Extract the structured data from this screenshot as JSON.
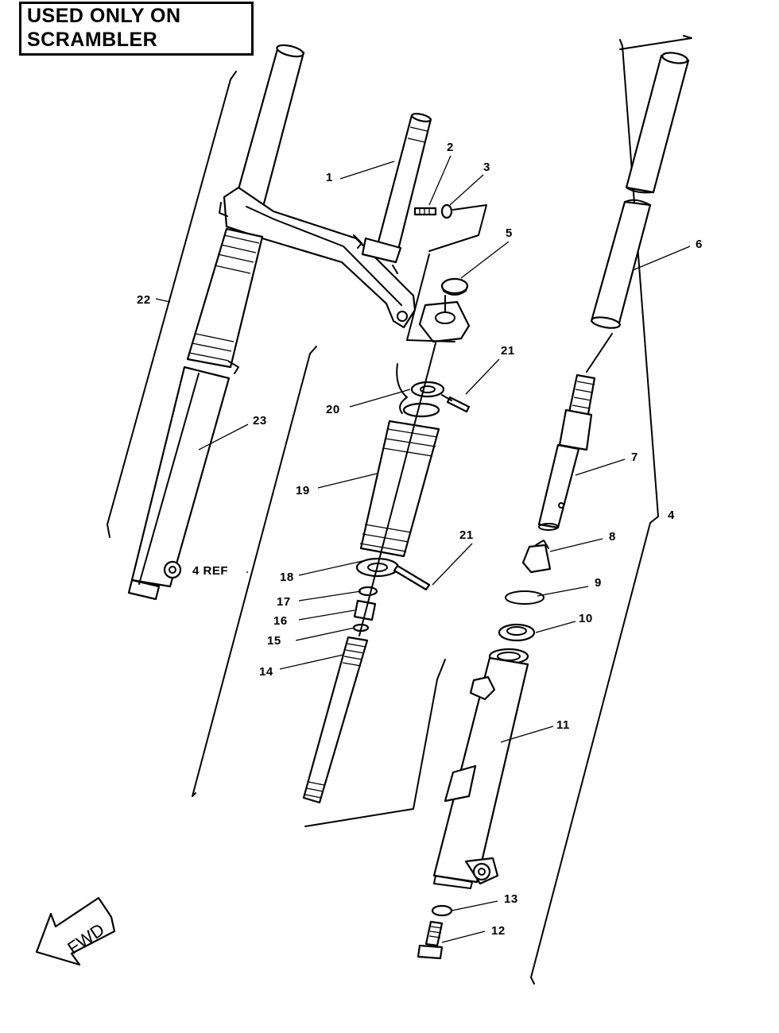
{
  "note": {
    "lines": [
      "USED ONLY ON",
      "SCRAMBLER"
    ]
  },
  "callouts": {
    "c1": "1",
    "c2": "2",
    "c3": "3",
    "c4": "4",
    "c4ref": "4 REF",
    "c5": "5",
    "c6": "6",
    "c7": "7",
    "c8": "8",
    "c9": "9",
    "c10": "10",
    "c11": "11",
    "c12": "12",
    "c13": "13",
    "c14": "14",
    "c15": "15",
    "c16": "16",
    "c17": "17",
    "c18": "18",
    "c19": "19",
    "c20": "20",
    "c21a": "21",
    "c21b": "21",
    "c22": "22",
    "c23": "23"
  },
  "fwd_arrow": {
    "label": "FWD"
  }
}
